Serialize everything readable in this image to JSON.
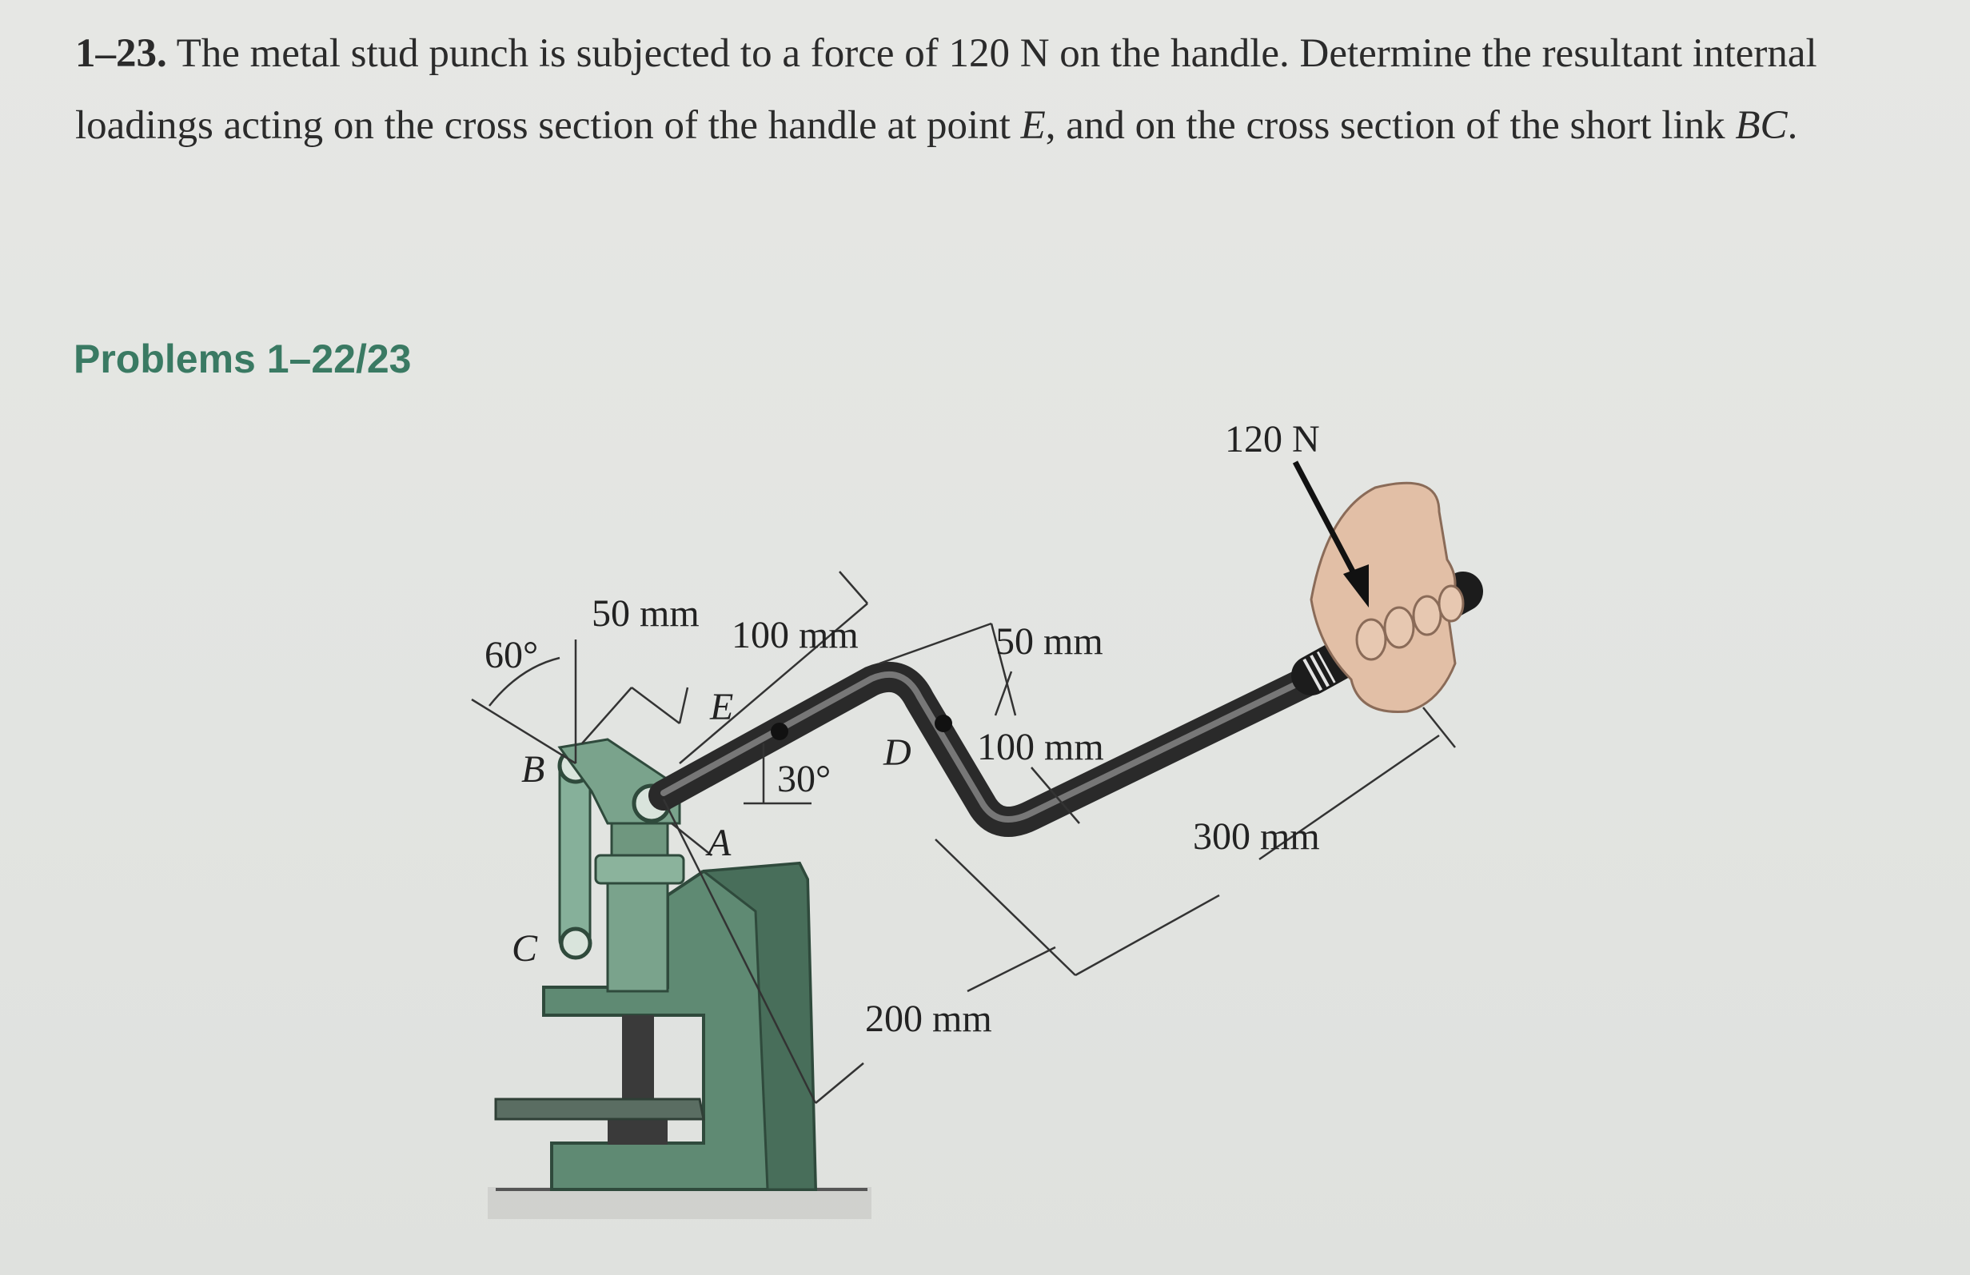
{
  "problem": {
    "number": "1–23.",
    "text_1": "The metal stud punch is subjected to a force of 120 N on the handle. Determine the resultant internal loadings acting on the cross section of the handle at point ",
    "point_e": "E",
    "text_2": ", and on the cross section of the short link ",
    "link_bc": "BC",
    "text_3": "."
  },
  "figure": {
    "caption": "Problems 1–22/23",
    "labels": {
      "force": "120 N",
      "dim_50_top": "50 mm",
      "dim_100_top": "100 mm",
      "dim_50_right": "50 mm",
      "dim_100_right": "100 mm",
      "dim_300": "300 mm",
      "dim_200": "200 mm",
      "angle_60": "60°",
      "angle_30": "30°",
      "point_b": "B",
      "point_c": "C",
      "point_e": "E",
      "point_a": "A",
      "point_d": "D"
    },
    "colors": {
      "machine_green": "#5f8a73",
      "machine_dark": "#3d5e4d",
      "handle": "#3a3a3a",
      "hand": "#e2bfa6",
      "caption": "#3a7a63"
    }
  }
}
